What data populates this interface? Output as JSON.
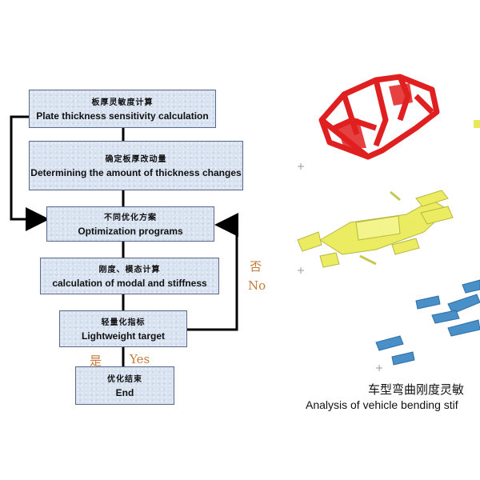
{
  "flowchart": {
    "steps": [
      {
        "zh": "板厚灵敏度计算",
        "en": "Plate thickness sensitivity calculation"
      },
      {
        "zh": "确定板厚改动量",
        "en": "Determining the amount of thickness changes"
      },
      {
        "zh": "不同优化方案",
        "en": "Optimization programs"
      },
      {
        "zh": "刚度、模态计算",
        "en": "calculation of modal and stiffness"
      },
      {
        "zh": "轻量化指标",
        "en": "Lightweight target"
      },
      {
        "zh": "优化结束",
        "en": "End"
      }
    ],
    "no_zh": "否",
    "no_en": "No",
    "yes_zh": "是",
    "yes_en": "Yes"
  },
  "caption": {
    "zh": "车型弯曲刚度灵敏",
    "en": "Analysis of vehicle bending stif"
  },
  "colors": {
    "box_fill": "#d8e2f0",
    "box_border": "#5a6a86",
    "label_orange": "#c87a3a",
    "part_red": "#e02020",
    "part_yellow": "#e8e85a",
    "part_blue": "#4a90c8"
  }
}
